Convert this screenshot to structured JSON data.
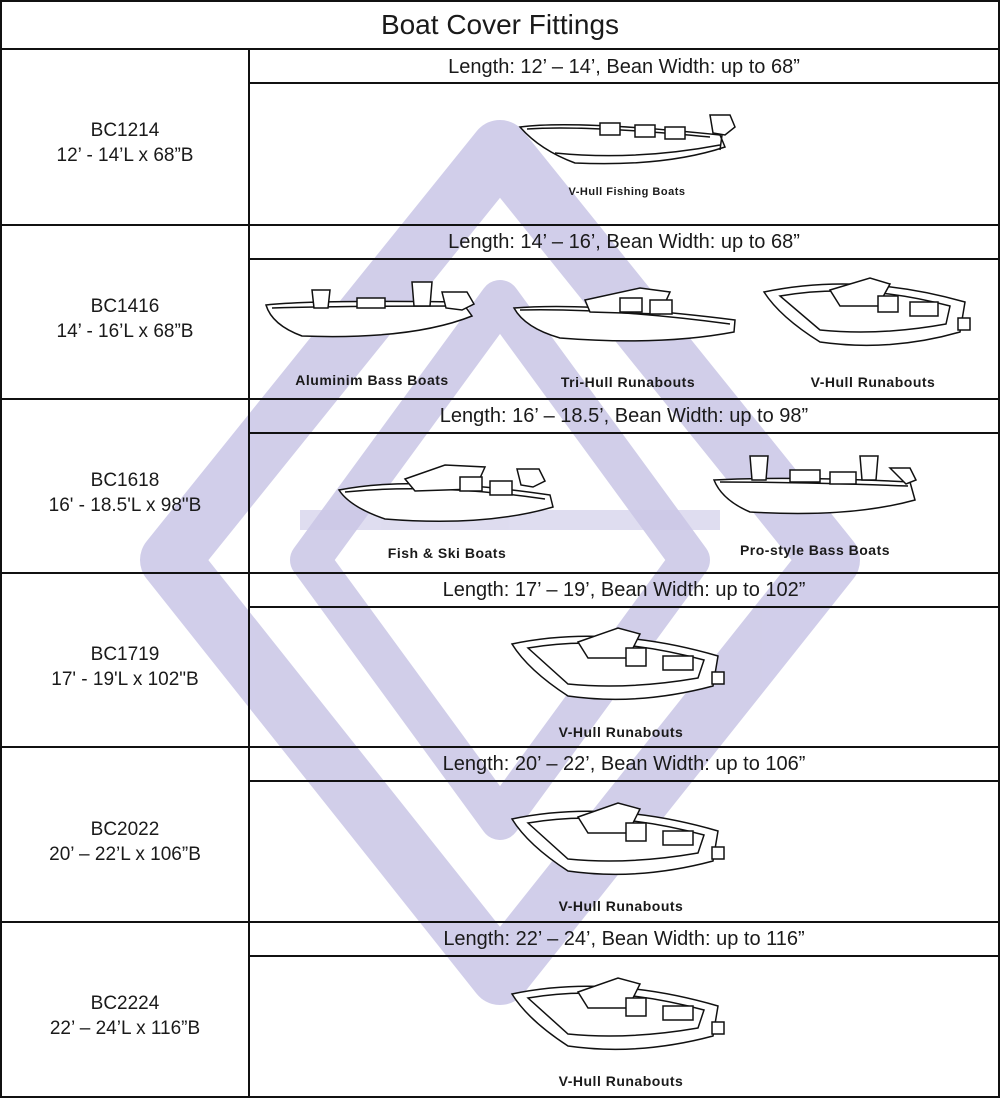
{
  "title": "Boat Cover Fittings",
  "brand_color": "#c9c6e6",
  "rows": [
    {
      "code": "BC1214",
      "size": "12’ - 14’L x 68”B",
      "dims": "Length: 12’ – 14’, Bean Width: up to 68”",
      "boats": [
        {
          "label": "V-Hull Fishing Boats",
          "icon": "v-hull-fishing-boat"
        }
      ]
    },
    {
      "code": "BC1416",
      "size": "14’ - 16’L x 68”B",
      "dims": "Length: 14’ – 16’, Bean Width: up to 68”",
      "boats": [
        {
          "label": "Aluminim Bass Boats",
          "icon": "aluminum-bass-boat"
        },
        {
          "label": "Tri-Hull Runabouts",
          "icon": "tri-hull-runabout"
        },
        {
          "label": "V-Hull Runabouts",
          "icon": "v-hull-runabout"
        }
      ]
    },
    {
      "code": "BC1618",
      "size": "16' - 18.5'L x 98\"B",
      "dims": "Length: 16’ – 18.5’, Bean Width: up to 98”",
      "boats": [
        {
          "label": "Fish & Ski Boats",
          "icon": "fish-ski-boat"
        },
        {
          "label": "Pro-style Bass Boats",
          "icon": "pro-bass-boat"
        }
      ]
    },
    {
      "code": "BC1719",
      "size": "17' - 19'L x 102\"B",
      "dims": "Length: 17’ – 19’, Bean Width: up to 102”",
      "boats": [
        {
          "label": "V-Hull Runabouts",
          "icon": "v-hull-runabout"
        }
      ]
    },
    {
      "code": "BC2022",
      "size": "20’ – 22’L x 106”B",
      "dims": "Length: 20’ – 22’, Bean Width: up to 106”",
      "boats": [
        {
          "label": "V-Hull Runabouts",
          "icon": "v-hull-runabout"
        }
      ]
    },
    {
      "code": "BC2224",
      "size": "22’ – 24’L x 116”B",
      "dims": "Length: 22’ – 24’, Bean Width: up to 116”",
      "boats": [
        {
          "label": "V-Hull Runabouts",
          "icon": "v-hull-runabout"
        }
      ]
    }
  ]
}
